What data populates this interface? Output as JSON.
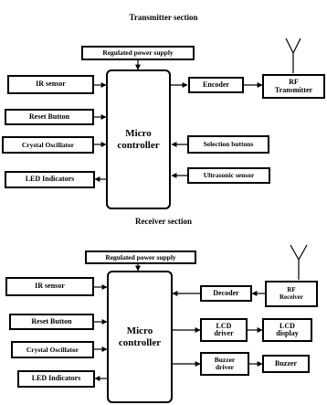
{
  "transmitter": {
    "title": "Transmitter section",
    "power": "Regulated power supply",
    "ir": "IR sensor",
    "reset": "Reset Button",
    "crystal": "Crystal Oscillator",
    "led": "LED Indicators",
    "mcu": "Micro\ncontroller",
    "encoder": "Encoder",
    "rf": "RF\nTransmitter",
    "selection": "Selection buttons",
    "ultrasonic": "Ultrasonic sensor"
  },
  "receiver": {
    "title": "Receiver section",
    "power": "Regulated power supply",
    "ir": "IR sensor",
    "reset": "Reset Button",
    "crystal": "Crystal Oscillator",
    "led": "LED Indicators",
    "mcu": "Micro\ncontroller",
    "decoder": "Decoder",
    "rf": "RF\nReceiver",
    "lcd_driver": "LCD\ndriver",
    "lcd_display": "LCD\ndisplay",
    "buzzer_driver": "Buzzer\ndriver",
    "buzzer": "Buzzer"
  }
}
